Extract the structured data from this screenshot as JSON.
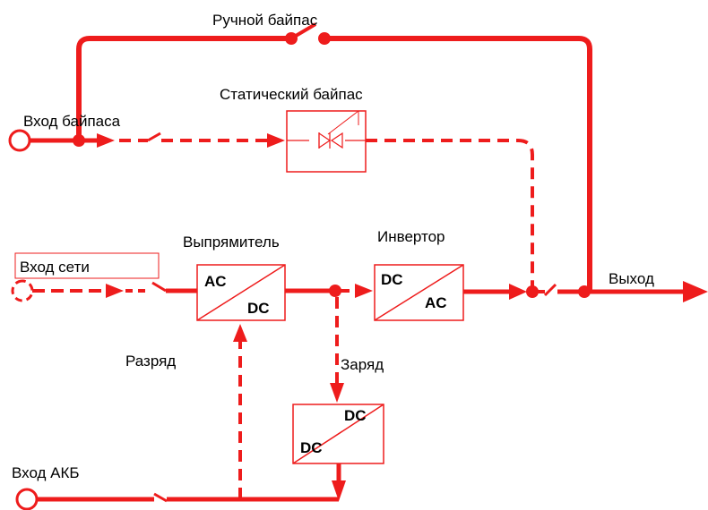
{
  "colors": {
    "line": "#ee1c1c",
    "text": "#000000",
    "background": "#ffffff"
  },
  "labels": {
    "manual_bypass": "Ручной байпас",
    "static_bypass": "Статический байпас",
    "bypass_input": "Вход байпаса",
    "rectifier": "Выпрямитель",
    "inverter": "Инвертор",
    "mains_input": "Вход сети",
    "output": "Выход",
    "discharge": "Разряд",
    "charge": "Заряд",
    "battery_input": "Вход АКБ"
  },
  "blocks": {
    "rectifier": {
      "in": "AC",
      "out": "DC"
    },
    "inverter": {
      "in": "DC",
      "out": "AC"
    },
    "charger": {
      "in": "DC",
      "out": "DC"
    }
  }
}
